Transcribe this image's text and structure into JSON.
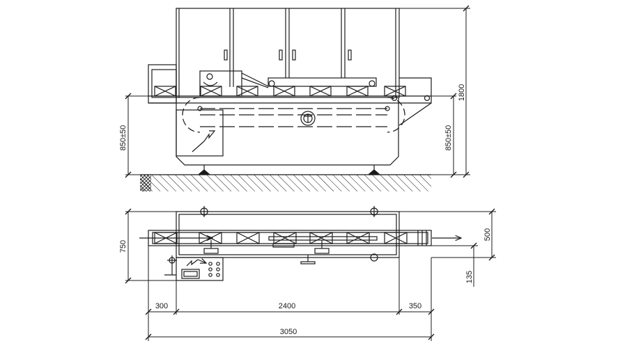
{
  "colors": {
    "line": "#1a1a1a",
    "background": "#ffffff"
  },
  "dimensions": {
    "height_total": "1800",
    "work_height_left": "850±50",
    "work_height_right": "850±50",
    "width_depth": "750",
    "belt_width": "500",
    "offset": "135",
    "infeed_length": "300",
    "main_length": "2400",
    "outfeed_length": "350",
    "overall_length": "3050"
  }
}
